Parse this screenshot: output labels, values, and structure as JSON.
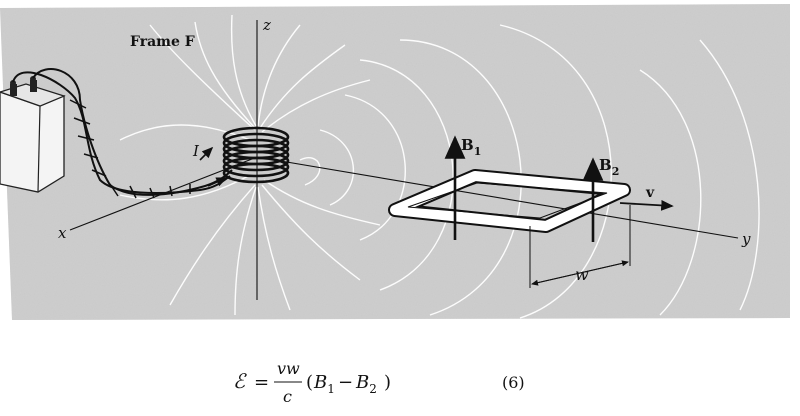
{
  "figure": {
    "frame_label": "Frame F",
    "axis_x": "x",
    "axis_y": "y",
    "axis_z": "z",
    "current_label": "I",
    "field1_symbol": "B",
    "field1_sub": "1",
    "field2_symbol": "B",
    "field2_sub": "2",
    "velocity_label": "v",
    "width_label": "w"
  },
  "equation": {
    "lhs": "ℰ",
    "equals": "=",
    "numerator": "vw",
    "denominator": "c",
    "open_paren": "(",
    "b1": "B",
    "b1_sub": "1",
    "minus": "−",
    "b2": "B",
    "b2_sub": "2",
    "close_paren": ")",
    "number": "(6)"
  }
}
